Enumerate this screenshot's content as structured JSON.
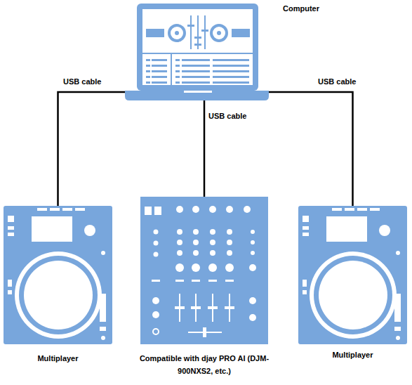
{
  "diagram": {
    "nodes": [
      {
        "text": [
          "Computer"
        ]
      },
      {
        "text": [
          "Multiplayer"
        ]
      },
      {
        "text": [
          "Compatible with djay PRO AI (DJM-900NXS2, etc.)"
        ]
      },
      {
        "text": [
          "Multiplayer"
        ]
      }
    ],
    "edges": [
      {
        "from": 0,
        "to": 1,
        "arrow": "none",
        "label": "USB cable"
      },
      {
        "from": 0,
        "to": 2,
        "arrow": "none",
        "label": "USB cable"
      },
      {
        "from": 0,
        "to": 3,
        "arrow": "none",
        "label": "USB cable"
      }
    ]
  }
}
